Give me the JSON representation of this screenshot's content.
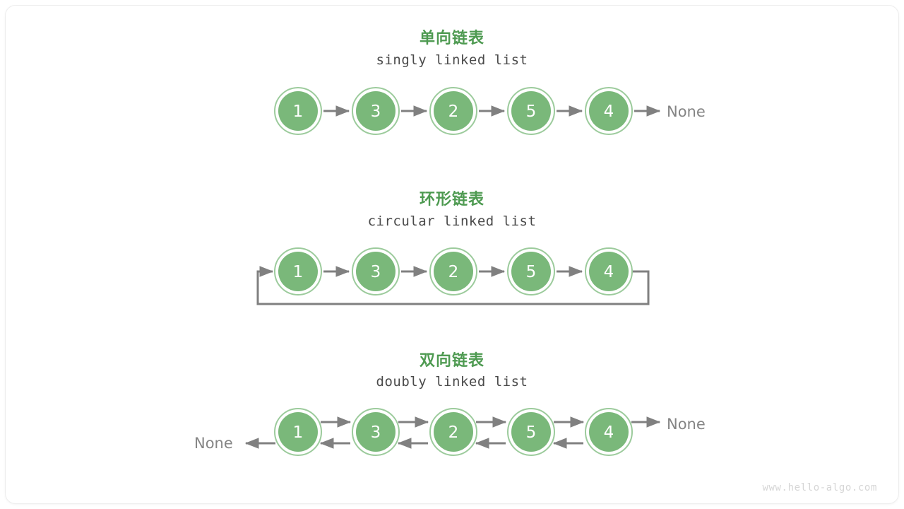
{
  "page": {
    "background_color": "#ffffff",
    "watermark": "www.hello-algo.com"
  },
  "theme": {
    "node_fill": "#7ab87a",
    "node_ring": "#9ccb9c",
    "node_text": "#ffffff",
    "arrow_color": "#808080",
    "title_color": "#4e9a51",
    "subtitle_color": "#4a4a4a",
    "none_color": "#858585",
    "watermark_color": "#d6d6d6"
  },
  "sections": [
    {
      "id": "singly",
      "title": "单向链表",
      "subtitle": "singly linked list",
      "nodes": [
        "1",
        "3",
        "2",
        "5",
        "4"
      ],
      "tail_label": "None",
      "head_label": null,
      "has_loop_back": false,
      "bidirectional": false
    },
    {
      "id": "circular",
      "title": "环形链表",
      "subtitle": "circular linked list",
      "nodes": [
        "1",
        "3",
        "2",
        "5",
        "4"
      ],
      "tail_label": null,
      "head_label": null,
      "has_loop_back": true,
      "bidirectional": false
    },
    {
      "id": "doubly",
      "title": "双向链表",
      "subtitle": "doubly linked list",
      "nodes": [
        "1",
        "3",
        "2",
        "5",
        "4"
      ],
      "tail_label": "None",
      "head_label": "None",
      "has_loop_back": false,
      "bidirectional": true
    }
  ]
}
